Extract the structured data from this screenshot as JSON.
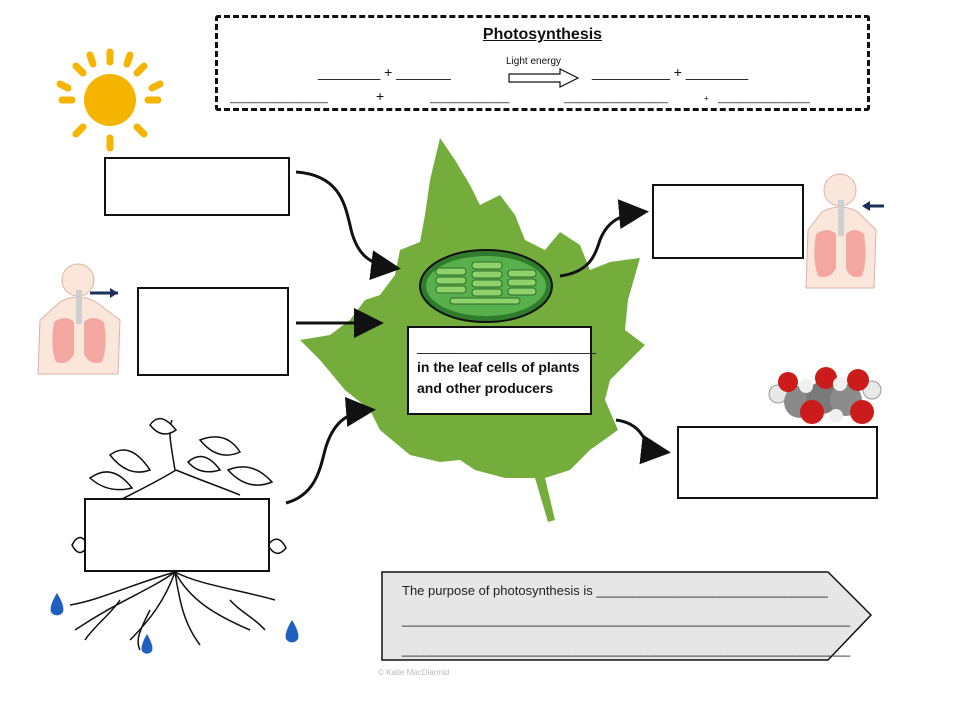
{
  "equation": {
    "title": "Photosynthesis",
    "row1_left": "________ + _______",
    "arrow_label": "Light energy",
    "row1_right": "__________ + ________",
    "row2_a": "________________",
    "row2_plus1": "+",
    "row2_b": "_____________",
    "row2_c": "_________________",
    "row2_plus2": "+",
    "row2_d": "_______________"
  },
  "center_label": {
    "blank": "_______________________",
    "line1": "in the leaf cells of plants",
    "line2": "and other producers"
  },
  "purpose": {
    "line1": "The purpose of photosynthesis is ________________________________",
    "line2": "______________________________________________________________",
    "line3": "______________________________________________________________"
  },
  "credit": "© Katie MacDiarmid",
  "colors": {
    "leaf": "#74ad3c",
    "chloroplast": "#3f9a3a",
    "sun": "#f5b400",
    "water": "#1f5fbf",
    "arrow_blue": "#1a2f5a",
    "purpose_fill": "#e6e6e6"
  },
  "icons": [
    "sun-icon",
    "person-lungs-icon",
    "plant-roots-icon",
    "water-drop-icon",
    "glucose-molecule-icon",
    "chloroplast-icon"
  ]
}
